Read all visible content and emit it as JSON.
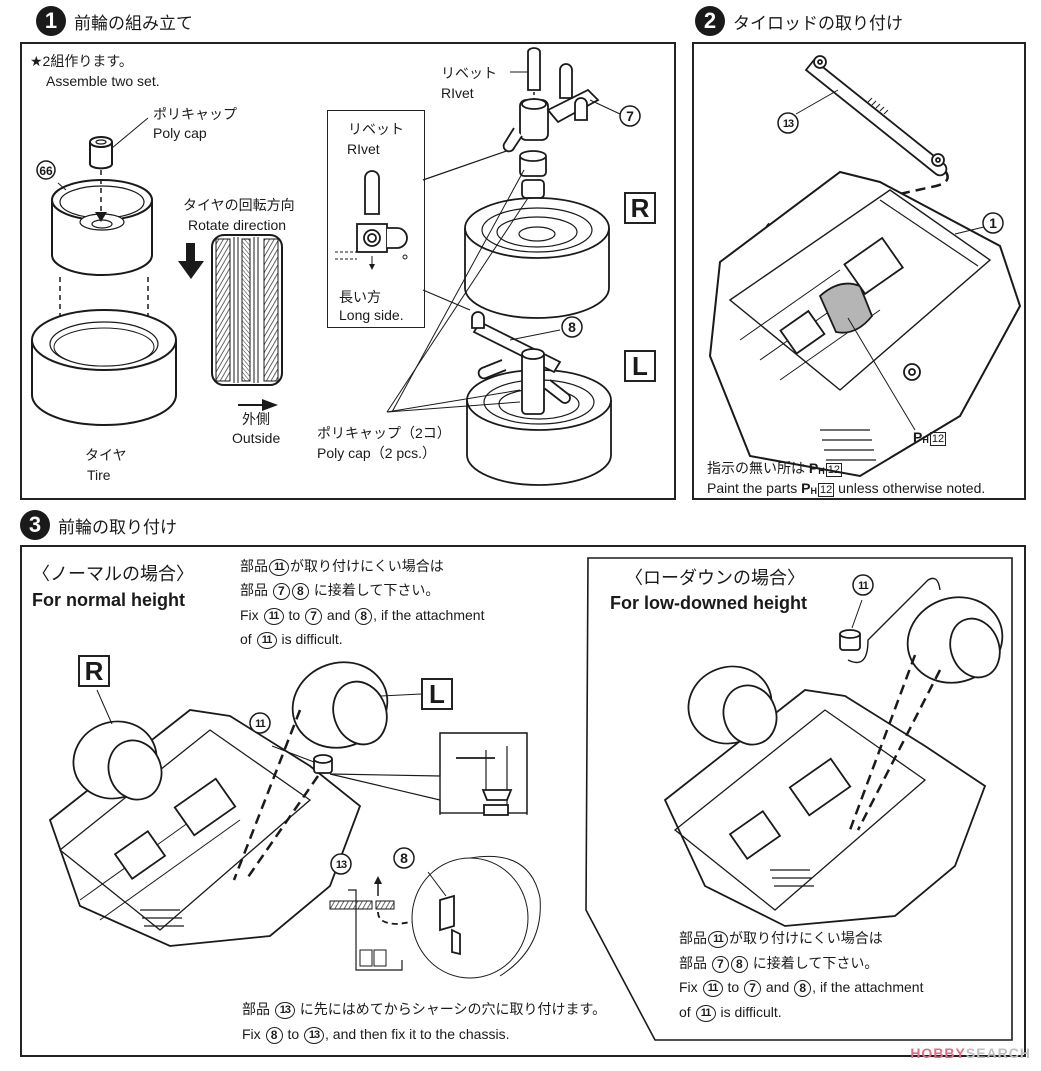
{
  "step1": {
    "number": "1",
    "title": "前輪の組み立て",
    "note_jp": "★2組作ります。",
    "note_en": "Assemble two set.",
    "polycap_jp": "ポリキャップ",
    "polycap_en": "Poly cap",
    "part_wheel": "66",
    "rotate_jp": "タイヤの回転方向",
    "rotate_en": "Rotate direction",
    "outside_jp": "外側",
    "outside_en": "Outside",
    "tire_jp": "タイヤ",
    "tire_en": "Tire",
    "rivet_jp": "リベット",
    "rivet_en": "RIvet",
    "inset_rivet_jp": "リベット",
    "inset_rivet_en": "RIvet",
    "longside_jp": "長い方",
    "longside_en": "Long side.",
    "part_knuckle_r": "7",
    "part_knuckle_l": "8",
    "label_r": "R",
    "label_l": "L",
    "polycap2_jp": "ポリキャップ（2コ）",
    "polycap2_en": "Poly cap（2 pcs.）"
  },
  "step2": {
    "number": "2",
    "title": "タイロッドの取り付け",
    "part_tierod": "13",
    "part_chassis": "1",
    "paint_code_letter": "P",
    "paint_code_sub": "H",
    "paint_code_num": "12",
    "note_jp": "指示の無い所は",
    "note_en_prefix": "Paint the parts",
    "note_en_suffix": "unless otherwise noted."
  },
  "step3": {
    "number": "3",
    "title": "前輪の取り付け",
    "normal": {
      "heading_jp": "〈ノーマルの場合〉",
      "heading_en": "For normal height",
      "fix_jp_line1_pre": "部品",
      "fix_jp_line1_post": "が取り付けにくい場合は",
      "fix_jp_line2_pre": "部品",
      "fix_jp_line2_post": "に接着して下さい。",
      "fix_en_fix": "Fix",
      "fix_en_to": "to",
      "fix_en_and": "and",
      "fix_en_if": ", if the attachment",
      "fix_en_of": "of",
      "fix_en_diff": "is difficult.",
      "label_r": "R",
      "label_l": "L",
      "part_spacer": "11",
      "part_tierod": "13",
      "part_knuckle": "8"
    },
    "lowdown": {
      "heading_jp": "〈ローダウンの場合〉",
      "heading_en": "For low-downed height",
      "part_spacer": "11"
    },
    "bottom_jp_pre": "部品",
    "bottom_jp_post": "に先にはめてからシャーシの穴に取り付けます。",
    "bottom_en_fix": "Fix",
    "bottom_en_to": "to",
    "bottom_en_post": ", and then fix it to the chassis.",
    "part_refs": {
      "p7": "7",
      "p8": "8",
      "p11": "11",
      "p13": "13"
    }
  },
  "watermark": {
    "brand": "HOBBY",
    "suffix": "SEARCH"
  },
  "colors": {
    "ink": "#1a1a1a",
    "highlight_gray": "#b5b5b5",
    "watermark_pink": "#e06c86"
  }
}
